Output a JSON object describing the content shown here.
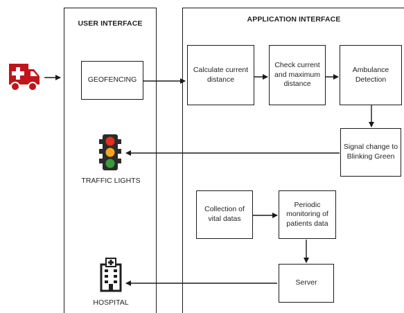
{
  "panels": {
    "user_interface": "USER INTERFACE",
    "application_interface": "APPLICATION INTERFACE"
  },
  "nodes": {
    "geofencing": "GEOFENCING",
    "calculate": "Calculate current distance",
    "check": "Check current and maximum distance",
    "detection": "Ambulance Detection",
    "signal": "Signal change to Blinking Green",
    "collection": "Collection of vital datas",
    "monitoring": "Periodic monitoring of patients data",
    "server": "Server"
  },
  "labels": {
    "traffic_lights": "TRAFFIC LIGHTS",
    "hospital": "HOSPITAL"
  },
  "icons": {
    "ambulance": "ambulance-icon",
    "traffic_light": "traffic-light-icon",
    "hospital": "hospital-building-icon"
  },
  "colors": {
    "ambulance": "#c0151b",
    "light_red": "#e0301e",
    "light_amber": "#f2a81d",
    "light_green": "#3a9b3a",
    "lines": "#1a1a1a"
  }
}
